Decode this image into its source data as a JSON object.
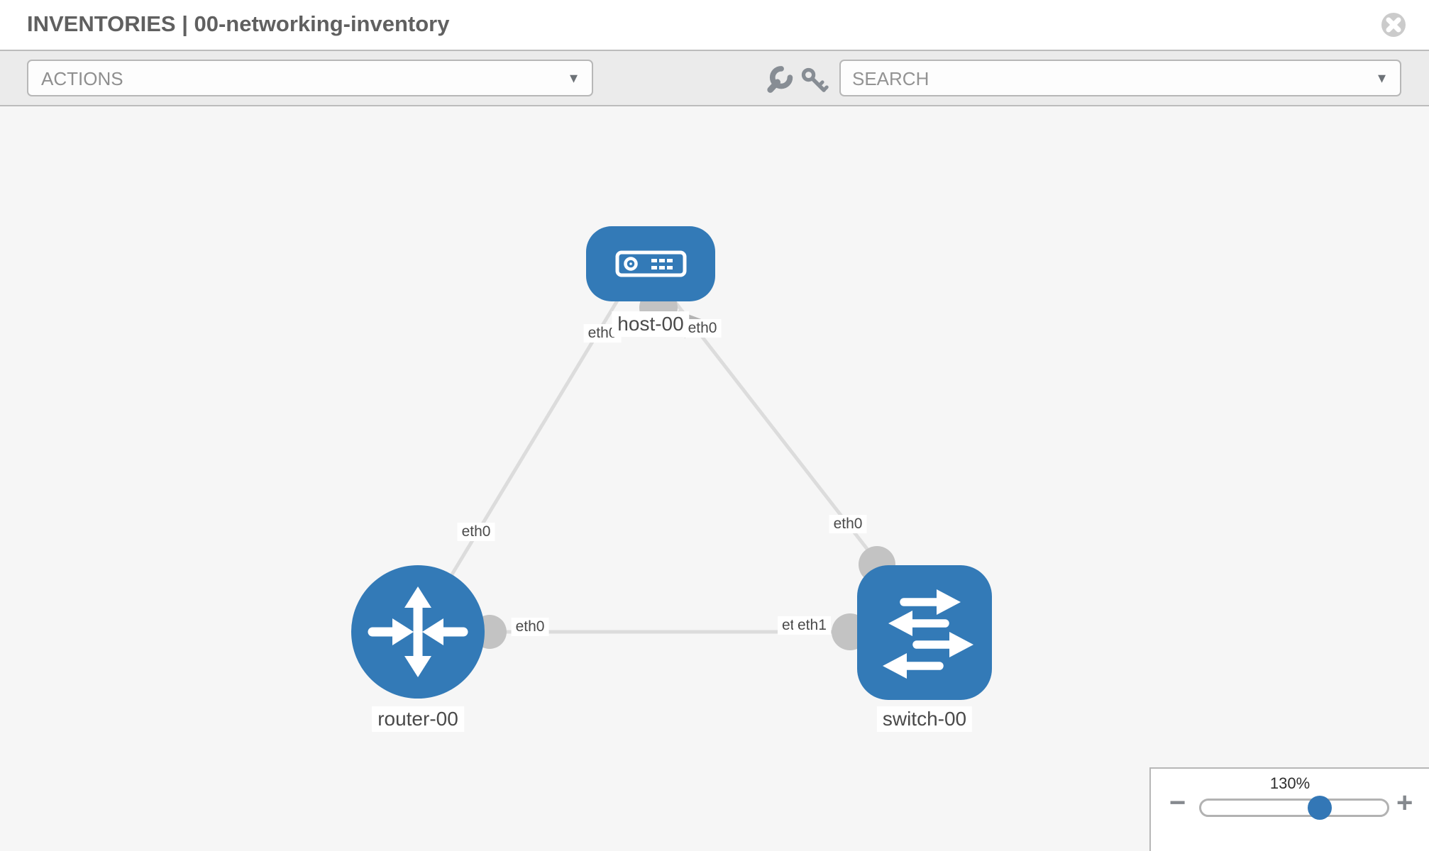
{
  "window": {
    "title": "INVENTORIES | 00-networking-inventory"
  },
  "toolbar": {
    "actions_label": "ACTIONS",
    "actions_caret": "▾",
    "search_placeholder": "SEARCH",
    "search_caret": "▾"
  },
  "graph": {
    "nodes": [
      {
        "id": "host-00",
        "type": "host",
        "label": "host-00"
      },
      {
        "id": "router-00",
        "type": "router",
        "label": "router-00"
      },
      {
        "id": "switch-00",
        "type": "switch",
        "label": "switch-00"
      }
    ],
    "port_labels": {
      "host_to_router": "eth0",
      "host_to_switch": "eth0",
      "router_link_mid": "eth0",
      "switch_link_mid": "eth0",
      "router_to_switch": "eth0",
      "switch_under": "eth0",
      "switch_to_router": "eth1"
    },
    "links": [
      {
        "source": "host-00",
        "source_port": "eth0",
        "target": "router-00",
        "target_port": "eth0"
      },
      {
        "source": "host-00",
        "source_port": "eth0",
        "target": "switch-00",
        "target_port": "eth0"
      },
      {
        "source": "router-00",
        "source_port": "eth0",
        "target": "switch-00",
        "target_port": "eth1"
      }
    ]
  },
  "zoom_control": {
    "level": "130%",
    "minus": "−",
    "plus": "+"
  },
  "colors": {
    "node_blue": "#337ab7",
    "link_gray": "#dcdcdc",
    "interface_gray": "#c3c3c3",
    "toolbar_bg": "#ebebeb",
    "canvas_bg": "#f6f6f6",
    "border_gray": "#bcbcbc"
  }
}
